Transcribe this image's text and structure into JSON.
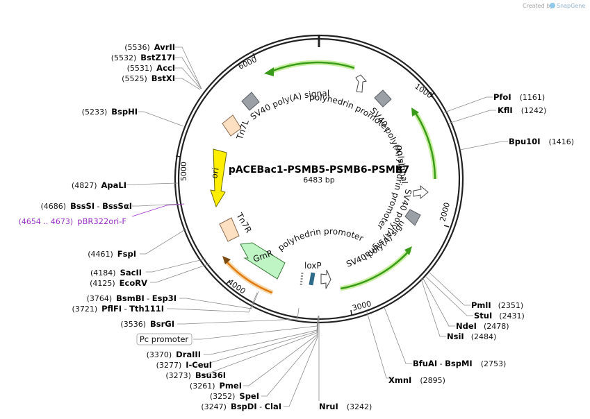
{
  "credit": {
    "prefix": "Created by",
    "brand": "SnapGene"
  },
  "plasmid": {
    "name": "pACEBac1-PSMB5-PSMB6-PSMB7",
    "length": "6483 bp"
  },
  "ticks": [
    "1000",
    "2000",
    "3000",
    "4000",
    "5000",
    "6000"
  ],
  "features": {
    "sv40_1": "SV40 poly(A) signal",
    "polyh_1": "polyhedrin promoter",
    "sv40_2": "SV40 poly(A) signal",
    "polyh_2": "polyhedrin promoter",
    "sv40_3": "SV40 poly(A) signal",
    "polyh_3": "polyhedrin promoter",
    "sv40_4": "SV40 poly(A) signal",
    "tn7l": "Tn7L",
    "tn7r": "Tn7R",
    "ori": "ori",
    "gmr": "GmR",
    "loxp": "loxP"
  },
  "sites": {
    "avrii": {
      "name": "AvrII",
      "pos": "(5536)"
    },
    "bstz17i": {
      "name": "BstZ17I",
      "pos": "(5532)"
    },
    "acci": {
      "name": "AccI",
      "pos": "(5531)"
    },
    "bstxi": {
      "name": "BstXI",
      "pos": "(5525)"
    },
    "bsphi": {
      "name": "BspHI",
      "pos": "(5233)"
    },
    "apali": {
      "name": "ApaLI",
      "pos": "(4827)"
    },
    "bsssi": {
      "name": "BssSI",
      "sep": " - ",
      "alt": "BssSαI",
      "pos": "(4686)"
    },
    "pbr322": {
      "name": "pBR322ori-F",
      "pos": "(4654 .. 4673)"
    },
    "fspi": {
      "name": "FspI",
      "pos": "(4461)"
    },
    "sacii": {
      "name": "SacII",
      "pos": "(4184)"
    },
    "ecorv": {
      "name": "EcoRV",
      "pos": "(4125)"
    },
    "bsmbi": {
      "name": "BsmBI",
      "sep": " - ",
      "alt": "Esp3I",
      "pos": "(3764)"
    },
    "pflfi": {
      "name": "PflFI",
      "sep": " - ",
      "alt": "Tth111I",
      "pos": "(3721)"
    },
    "bsrgi": {
      "name": "BsrGI",
      "pos": "(3536)"
    },
    "pc_promoter": {
      "name": "Pc promoter"
    },
    "draiii": {
      "name": "DraIII",
      "pos": "(3370)"
    },
    "iceui": {
      "name": "I-CeuI",
      "pos": "(3277)"
    },
    "bsu36i": {
      "name": "Bsu36I",
      "pos": "(3273)"
    },
    "pmei": {
      "name": "PmeI",
      "pos": "(3261)"
    },
    "spei": {
      "name": "SpeI",
      "pos": "(3252)"
    },
    "bspdi": {
      "name": "BspDI",
      "sep": " - ",
      "alt": "ClaI",
      "pos": "(3247)"
    },
    "nrui": {
      "name": "NruI",
      "pos": "(3242)"
    },
    "pfoi": {
      "name": "PfoI",
      "pos": "(1161)"
    },
    "kfli": {
      "name": "KflI",
      "pos": "(1242)"
    },
    "bpu10i": {
      "name": "Bpu10I",
      "pos": "(1416)"
    },
    "pmli": {
      "name": "PmlI",
      "pos": "(2351)"
    },
    "stui": {
      "name": "StuI",
      "pos": "(2431)"
    },
    "ndei": {
      "name": "NdeI",
      "pos": "(2478)"
    },
    "nsii": {
      "name": "NsiI",
      "pos": "(2484)"
    },
    "bfuai": {
      "name": "BfuAI",
      "sep": " - ",
      "alt": "BspMI",
      "pos": "(2753)"
    },
    "xmni": {
      "name": "XmnI",
      "pos": "(2895)"
    }
  },
  "colors": {
    "backbone": "#222222",
    "cds_green": "#3a9a1a",
    "cds_glow": "#c8f0a0",
    "ori": "#ffee00",
    "gmr": "#bff5c4",
    "tn7": "#fde0c2",
    "polya": "#9aa0a6",
    "primer": "#9a30c8",
    "orange": "#e07a10"
  }
}
